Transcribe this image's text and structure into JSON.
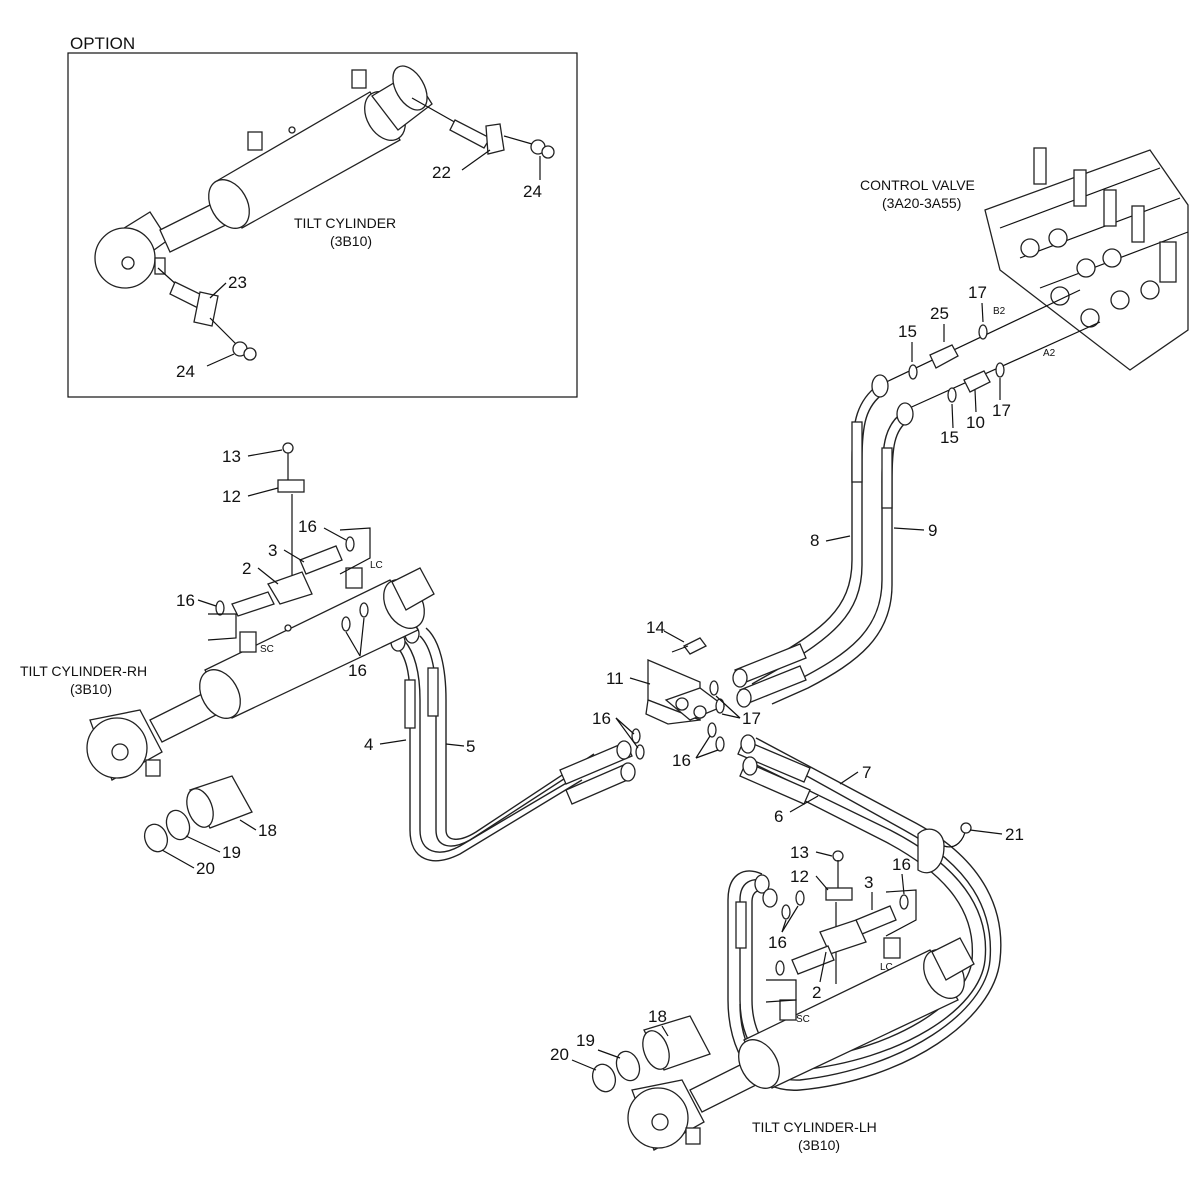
{
  "option": {
    "title": "OPTION",
    "tilt_cylinder_label": "TILT CYLINDER",
    "tilt_cylinder_ref": "(3B10)"
  },
  "control_valve": {
    "label": "CONTROL VALVE",
    "ref": "(3A20-3A55)",
    "port_b2": "B2",
    "port_a2": "A2"
  },
  "tilt_rh": {
    "label": "TILT CYLINDER-RH",
    "ref": "(3B10)",
    "port_lc": "LC",
    "port_sc": "SC"
  },
  "tilt_lh": {
    "label": "TILT CYLINDER-LH",
    "ref": "(3B10)",
    "port_lc": "LC",
    "port_sc": "SC"
  },
  "callouts": {
    "c22": "22",
    "c24a": "24",
    "c23": "23",
    "c24b": "24",
    "c17a": "17",
    "c25": "25",
    "c15a": "15",
    "c15b": "15",
    "c10": "10",
    "c17b": "17",
    "c13a": "13",
    "c12a": "12",
    "c16a": "16",
    "c3a": "3",
    "c2a": "2",
    "c16b": "16",
    "c16c": "16",
    "c8": "8",
    "c9": "9",
    "c14": "14",
    "c11": "11",
    "c17c": "17",
    "c16d": "16",
    "c16e": "16",
    "c4": "4",
    "c5": "5",
    "c7": "7",
    "c6": "6",
    "c21": "21",
    "c18a": "18",
    "c19a": "19",
    "c20a": "20",
    "c13b": "13",
    "c12b": "12",
    "c3b": "3",
    "c16f": "16",
    "c16g": "16",
    "c2b": "2",
    "c18b": "18",
    "c19b": "19",
    "c20b": "20"
  }
}
